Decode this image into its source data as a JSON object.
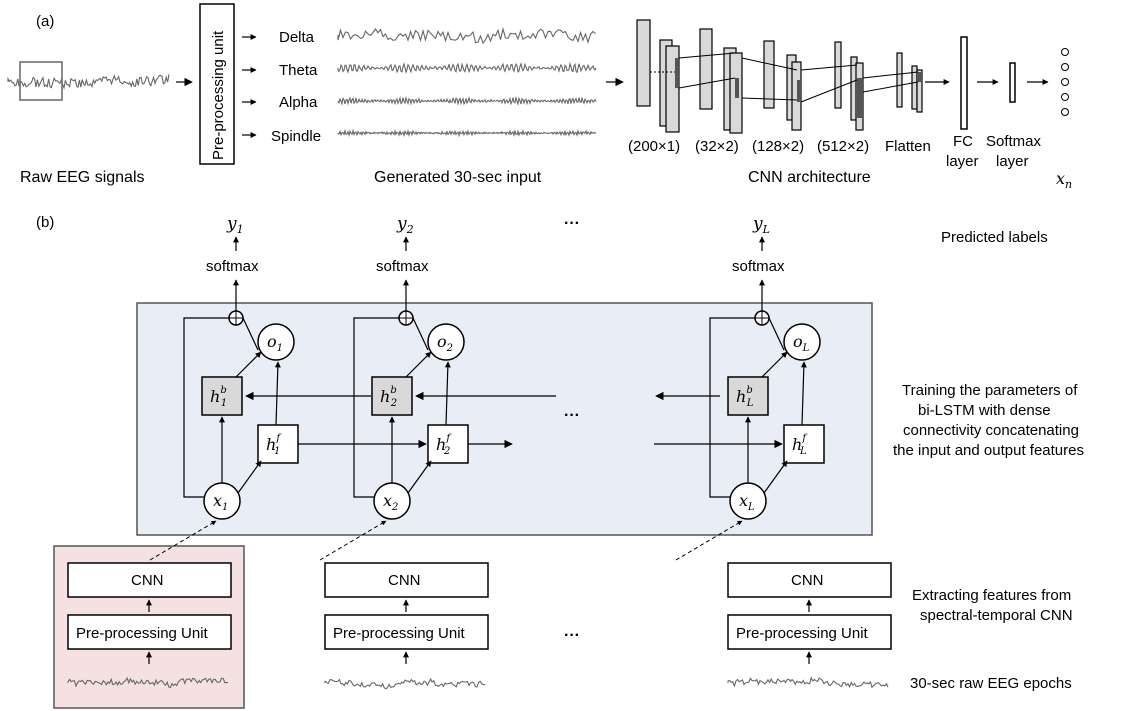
{
  "part_a": {
    "tag": "(a)",
    "raw_label": "Raw EEG signals",
    "preproc_label": "Pre-processing unit",
    "bands": [
      "Delta",
      "Theta",
      "Alpha",
      "Spindle"
    ],
    "generated_label": "Generated 30-sec input",
    "cnn_label": "CNN architecture",
    "dims": [
      "(200×1)",
      "(32×2)",
      "(128×2)",
      "(512×2)"
    ],
    "flatten_label": "Flatten",
    "fc_label_1": "FC",
    "fc_label_2": "layer",
    "softmax_label_1": "Softmax",
    "softmax_label_2": "layer",
    "output_base": "x",
    "output_sub": "n"
  },
  "part_b": {
    "tag": "(b)",
    "softmax": "softmax",
    "dots": "···",
    "predicted_labels": "Predicted labels",
    "blstm_desc": [
      "Training the parameters of",
      "bi-LSTM with dense",
      "connectivity concatenating",
      "the input and output features"
    ],
    "cnn_label": "CNN",
    "preproc_label": "Pre-processing Unit",
    "extract_desc": [
      "Extracting features from",
      "spectral-temporal CNN"
    ],
    "epochs_label": "30-sec raw EEG epochs",
    "cols": [
      {
        "y": "y",
        "y_sub": "1",
        "o": "o",
        "o_sub": "1",
        "hb": "h",
        "hb_sub": "1",
        "hb_sup": "b",
        "hf": "h",
        "hf_sub": "1",
        "hf_sup": "f",
        "x": "x",
        "x_sub": "1"
      },
      {
        "y": "y",
        "y_sub": "2",
        "o": "o",
        "o_sub": "2",
        "hb": "h",
        "hb_sub": "2",
        "hb_sup": "b",
        "hf": "h",
        "hf_sub": "2",
        "hf_sup": "f",
        "x": "x",
        "x_sub": "2"
      },
      {
        "y": "y",
        "y_sub": "L",
        "o": "o",
        "o_sub": "L",
        "hb": "h",
        "hb_sub": "L",
        "hb_sup": "b",
        "hf": "h",
        "hf_sub": "L",
        "hf_sup": "f",
        "x": "x",
        "x_sub": "L"
      }
    ]
  },
  "colors": {
    "blstm_panel": "#e8edf6",
    "highlight_panel": "#f5e1e1",
    "gray_node": "#d9d9d9"
  }
}
